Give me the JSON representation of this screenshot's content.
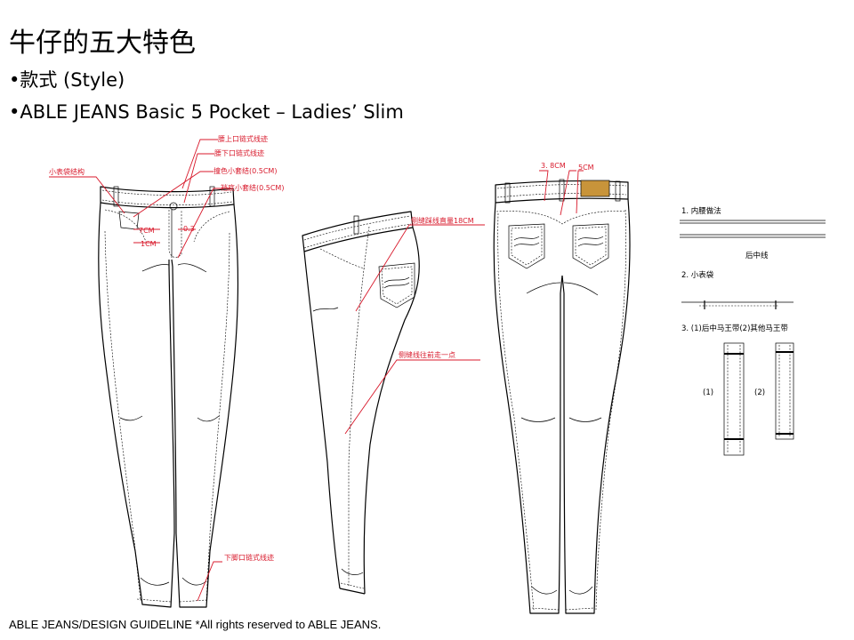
{
  "slide": {
    "title": "牛仔的五大特色",
    "bullet_style": "•款式 (Style)",
    "bullet_product": "•ABLE JEANS Basic 5 Pocket – Ladies’ Slim",
    "footer": "ABLE JEANS/DESIGN GUIDELINE *All rights reserved to ABLE JEANS."
  },
  "front_view": {
    "callouts": {
      "waist_top": "腰上口链式线迹",
      "waist_bottom": "腰下口链式线迹",
      "watch_pocket_bartack": "撞色小套结(0.5CM)",
      "crotch_bartack": "裆底小套结(0.5CM)",
      "watch_pocket_structure": "小表袋结构",
      "dim_7cm": "7CM",
      "dim_1cm": "1CM",
      "dim_03": "0.3",
      "hem": "下脚口链式线迹"
    }
  },
  "side_view": {
    "callouts": {
      "side_seam_length": "侧缝踩线直量18CM",
      "side_seam_forward": "侧缝线往前走一点"
    }
  },
  "back_view": {
    "callouts": {
      "dim_38": "3. 8CM",
      "dim_5": "5CM"
    }
  },
  "details": {
    "waist_method": "1. 内腰做法",
    "center_back": "后中线",
    "watch_pocket": "2. 小表袋",
    "belt_loops": "3. (1)后中马王带(2)其他马王带",
    "loop_1": "(1)",
    "loop_2": "(2)"
  },
  "colors": {
    "callout": "#d8192b",
    "line": "#000000",
    "patch": "#c8943a"
  }
}
